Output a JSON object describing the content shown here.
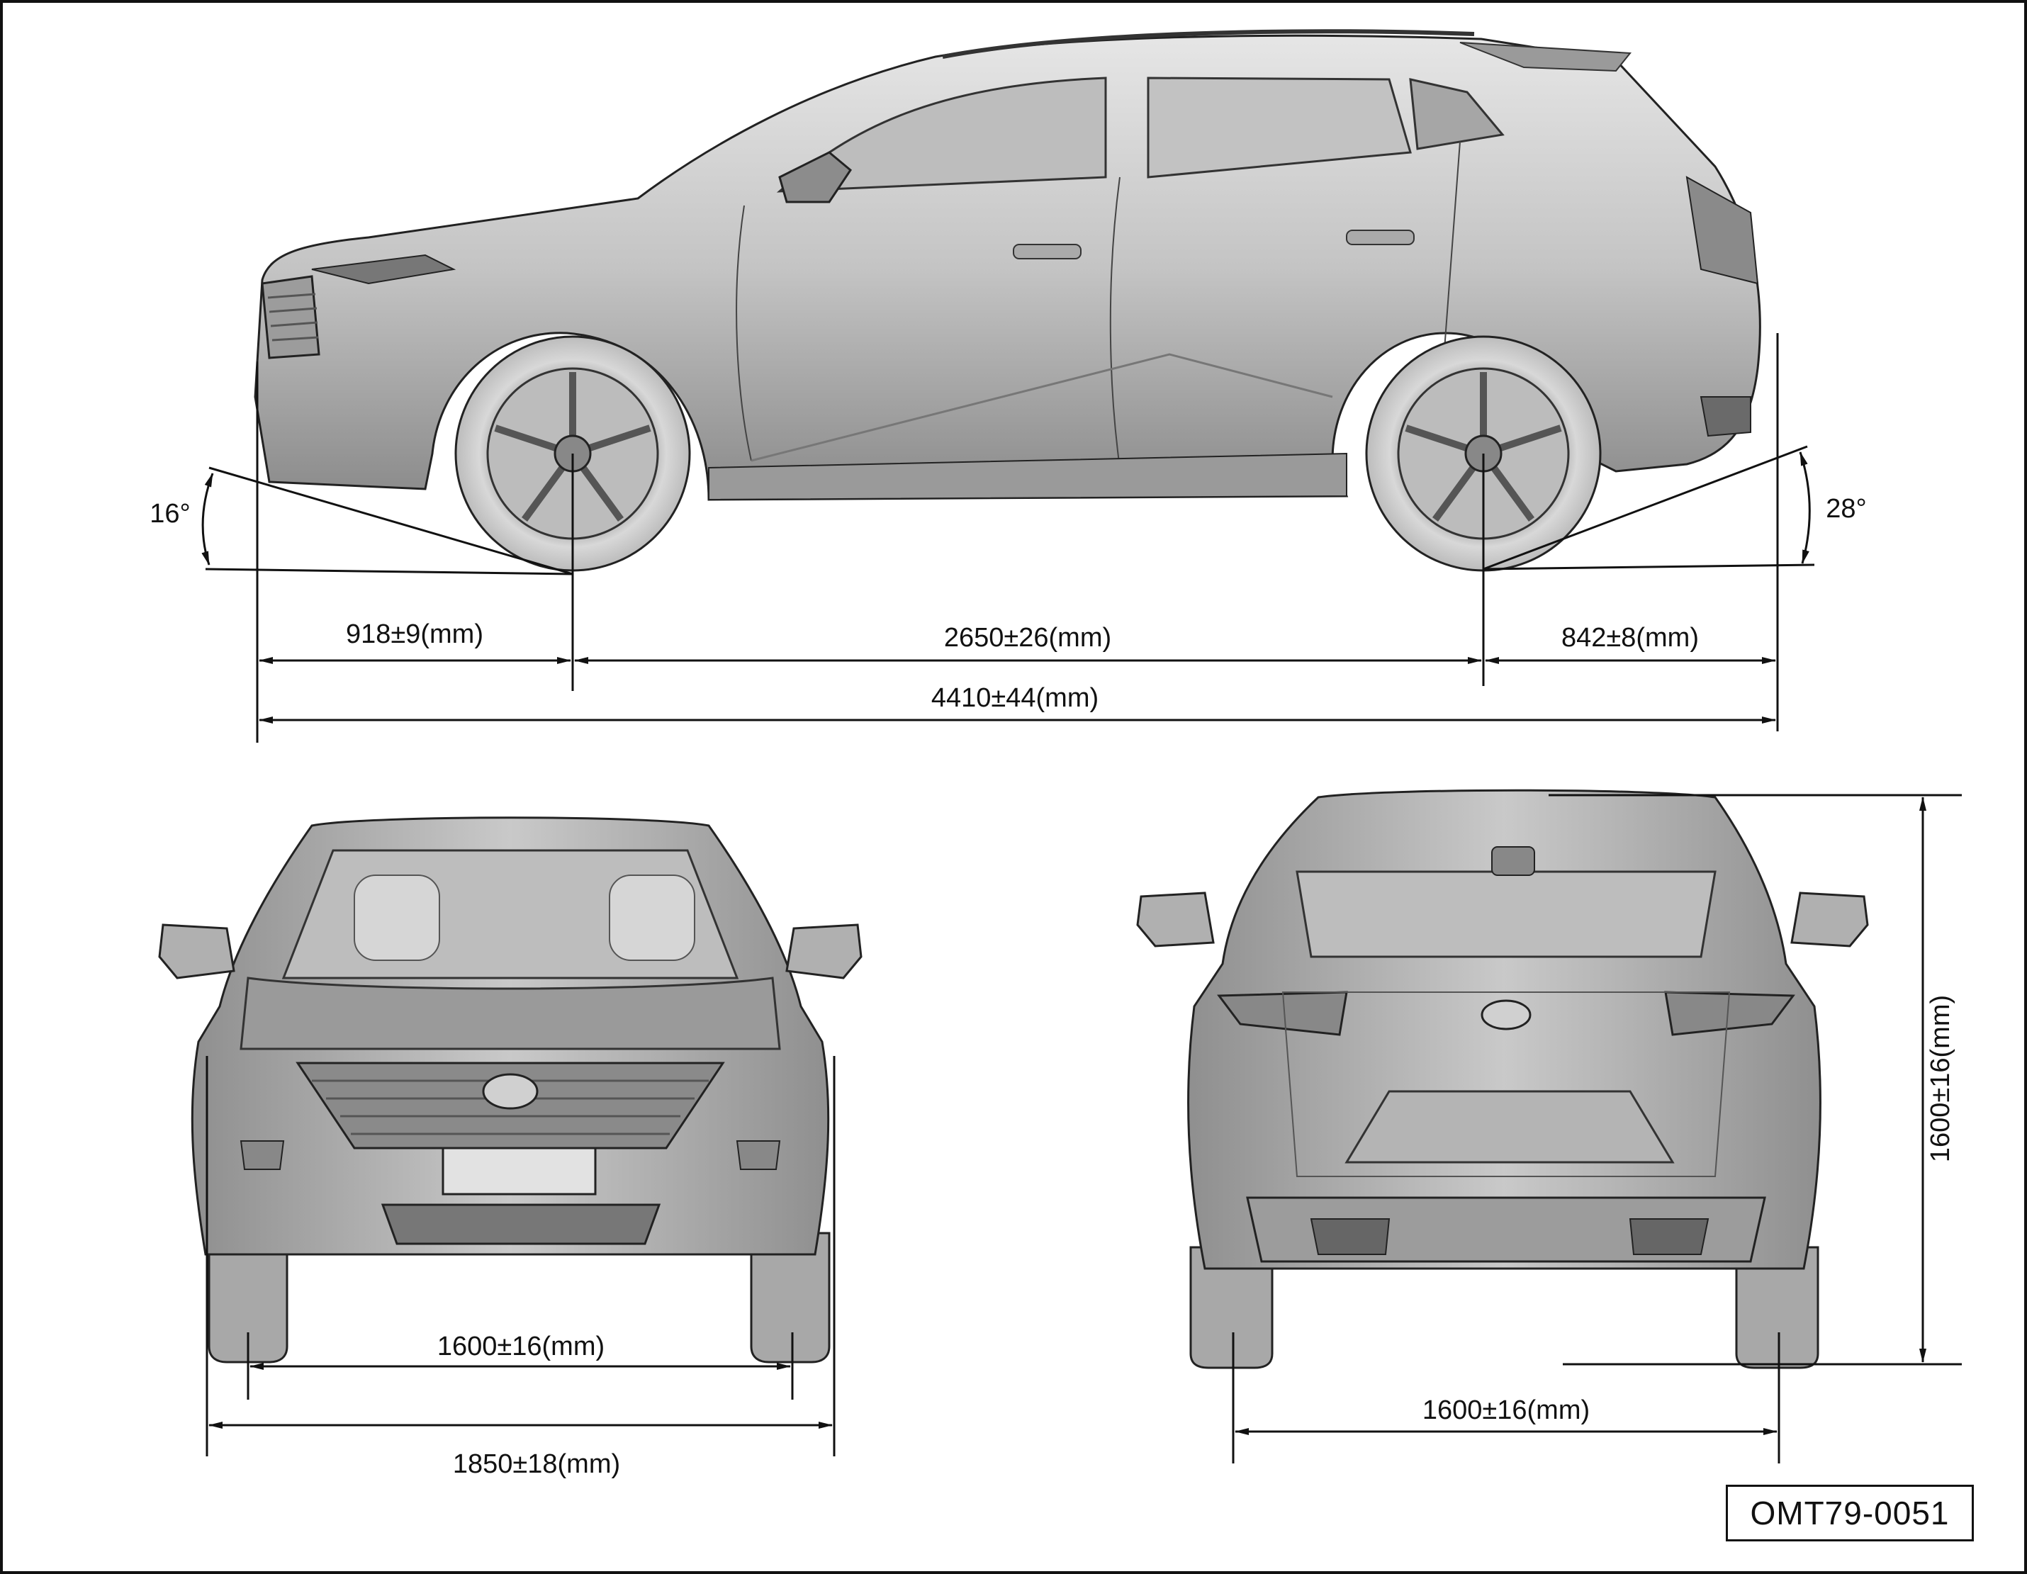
{
  "dimensions": {
    "approach_angle": "16°",
    "departure_angle": "28°",
    "front_overhang": "918±9(mm)",
    "wheelbase": "2650±26(mm)",
    "rear_overhang": "842±8(mm)",
    "overall_length": "4410±44(mm)",
    "front_track": "1600±16(mm)",
    "overall_width": "1850±18(mm)",
    "rear_track": "1600±16(mm)",
    "overall_height": "1600±16(mm)"
  },
  "figure_code": "OMT79-0051",
  "colors": {
    "line": "#111111",
    "body_light": "#d9d9d9",
    "body_mid": "#a9a9a9",
    "body_dark": "#6e6e6e",
    "glass": "#bdbdbd"
  }
}
